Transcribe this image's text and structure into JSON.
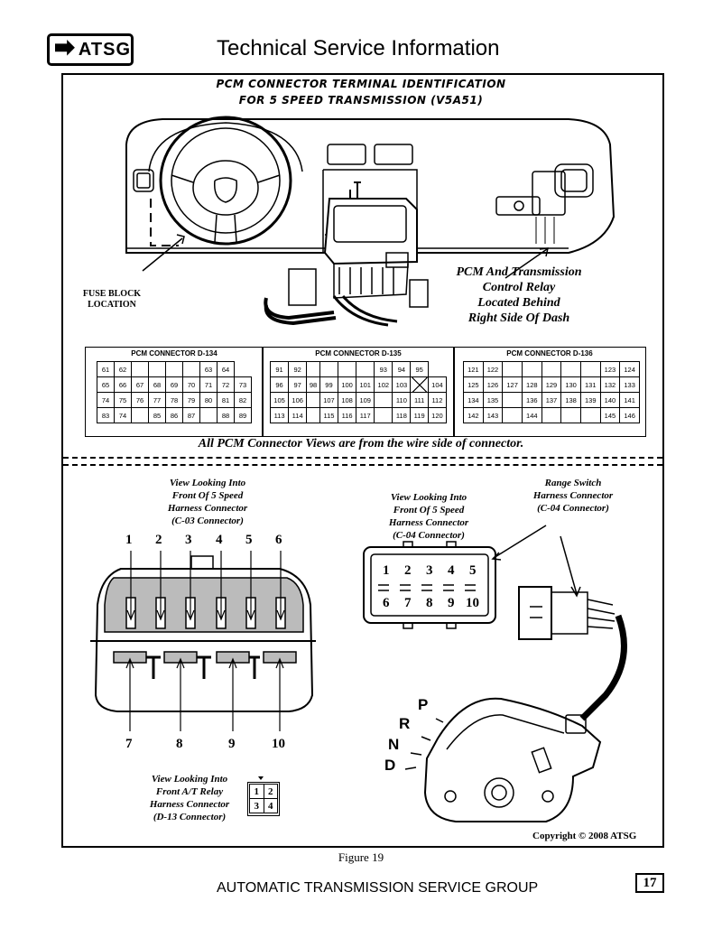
{
  "header": {
    "logo_text": "ATSG",
    "title": "Technical Service Information"
  },
  "diagram": {
    "title_line1": "PCM CONNECTOR TERMINAL IDENTIFICATION",
    "title_line2": "FOR  5 SPEED TRANSMISSION (V5A51)",
    "fuse_block_label_line1": "FUSE BLOCK",
    "fuse_block_label_line2": "LOCATION",
    "pcm_location": [
      "PCM And Transmission",
      "Control Relay",
      "Located Behind",
      "Right Side Of Dash"
    ],
    "pcm_connectors": [
      {
        "title": "PCM CONNECTOR D-134",
        "rows": [
          [
            "61",
            "62",
            "",
            "",
            "",
            "",
            "63",
            "64"
          ],
          [
            "65",
            "66",
            "67",
            "68",
            "69",
            "70",
            "71",
            "72",
            "73"
          ],
          [
            "74",
            "75",
            "76",
            "77",
            "78",
            "79",
            "80",
            "81",
            "82"
          ],
          [
            "83",
            "74",
            "",
            "85",
            "86",
            "87",
            "",
            "88",
            "89"
          ]
        ]
      },
      {
        "title": "PCM CONNECTOR D-135",
        "rows": [
          [
            "91",
            "92",
            "",
            "",
            "",
            "",
            "93",
            "94",
            "95"
          ],
          [
            "96",
            "97",
            "98",
            "99",
            "100",
            "101",
            "102",
            "103",
            "X",
            "104"
          ],
          [
            "105",
            "106",
            "",
            "107",
            "108",
            "109",
            "",
            "110",
            "111",
            "112"
          ],
          [
            "113",
            "114",
            "",
            "115",
            "116",
            "117",
            "",
            "118",
            "119",
            "120"
          ]
        ]
      },
      {
        "title": "PCM CONNECTOR D-136",
        "rows": [
          [
            "121",
            "122",
            "",
            "",
            "",
            "",
            "",
            "123",
            "124"
          ],
          [
            "125",
            "126",
            "127",
            "128",
            "129",
            "130",
            "131",
            "132",
            "133"
          ],
          [
            "134",
            "135",
            "",
            "136",
            "137",
            "138",
            "139",
            "140",
            "141"
          ],
          [
            "142",
            "143",
            "",
            "144",
            "",
            "",
            "",
            "145",
            "146"
          ]
        ]
      }
    ],
    "wire_side_note": "All PCM Connector Views are from the wire side of connector.",
    "c03_caption": [
      "View Looking Into",
      "Front Of 5 Speed",
      "Harness Connector",
      "(C-03 Connector)"
    ],
    "c03_top_pins": [
      "1",
      "2",
      "3",
      "4",
      "5",
      "6"
    ],
    "c03_bottom_pins": [
      "7",
      "8",
      "9",
      "10"
    ],
    "c04_caption": [
      "View Looking Into",
      "Front Of 5 Speed",
      "Harness Connector",
      "(C-04 Connector)"
    ],
    "c04_top_pins": [
      "1",
      "2",
      "3",
      "4",
      "5"
    ],
    "c04_bottom_pins": [
      "6",
      "7",
      "8",
      "9",
      "10"
    ],
    "range_switch_caption": [
      "Range Switch",
      "Harness Connector",
      "(C-04 Connector)"
    ],
    "gear_letters": [
      "P",
      "R",
      "N",
      "D"
    ],
    "d13_caption": [
      "View Looking Into",
      "Front A/T Relay",
      "Harness Connector",
      "(D-13 Connector)"
    ],
    "d13_pins": [
      "1",
      "2",
      "3",
      "4"
    ],
    "copyright": "Copyright © 2008 ATSG"
  },
  "figure_label": "Figure 19",
  "footer": {
    "org": "AUTOMATIC TRANSMISSION SERVICE GROUP",
    "page": "17"
  }
}
